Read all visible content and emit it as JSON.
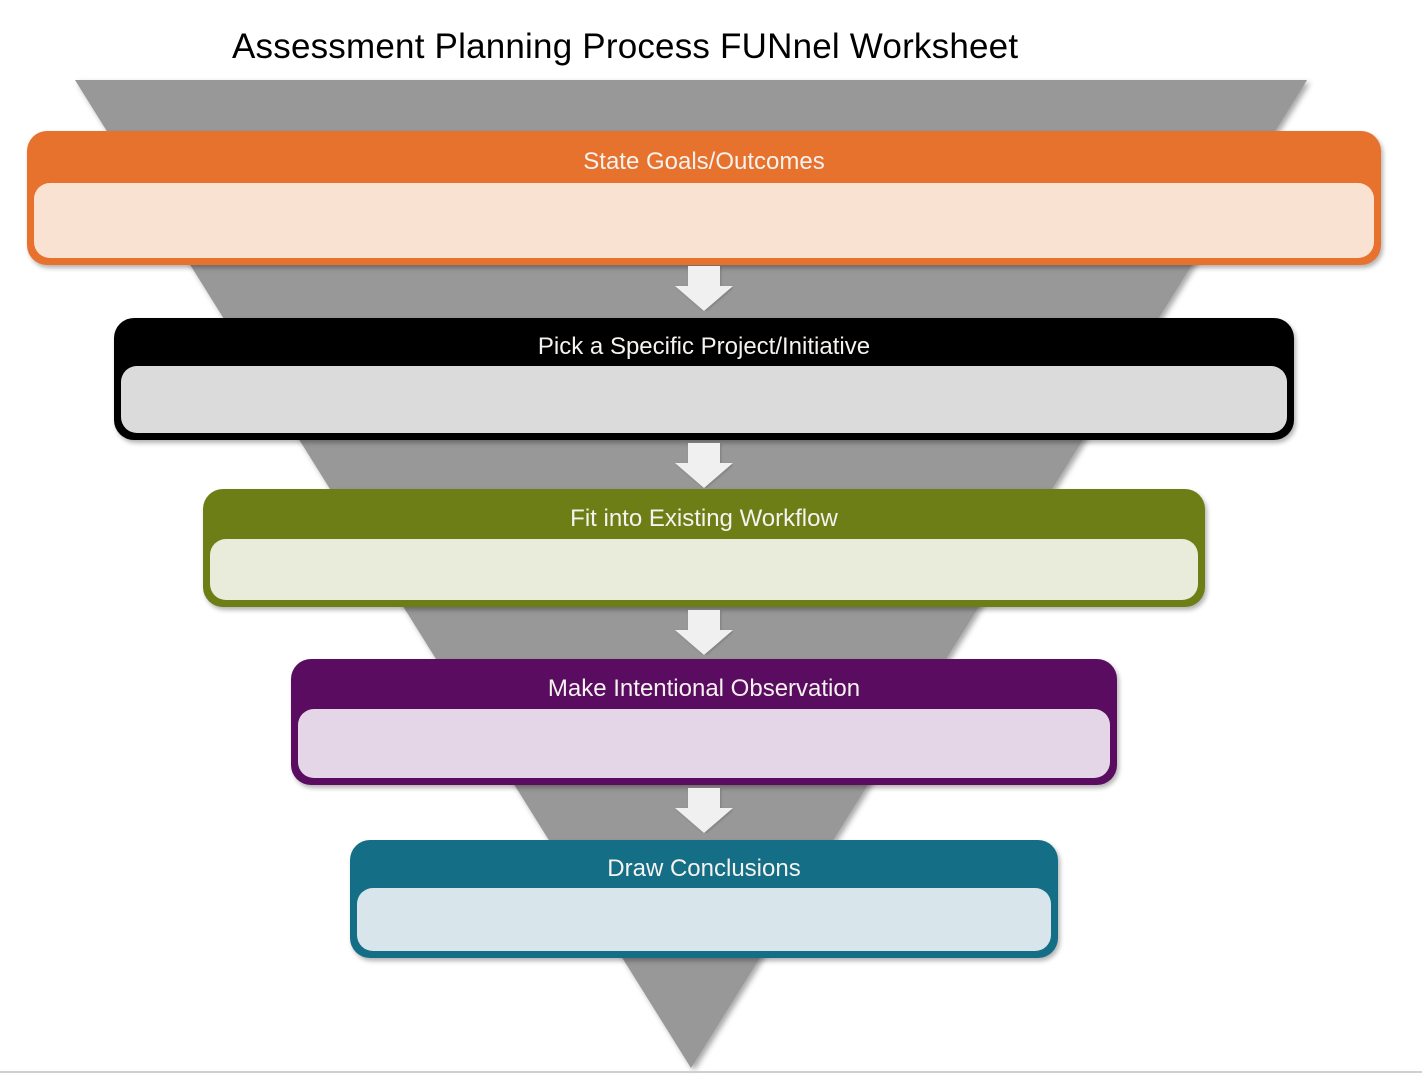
{
  "page": {
    "title": "Assessment Planning Process FUNnel Worksheet",
    "background_color": "#ffffff",
    "bottom_border_color": "#cfcfcf"
  },
  "funnel": {
    "triangle_color": "#989898",
    "arrow_color": "#f0f0f0",
    "stage_text_color": "#f5f2ef"
  },
  "stages": [
    {
      "label": "State Goals/Outcomes",
      "header_color": "#e7722d",
      "body_color": "#fae2d3"
    },
    {
      "label": "Pick a Specific Project/Initiative",
      "header_color": "#000000",
      "body_color": "#dbdbdb"
    },
    {
      "label": "Fit into Existing Workflow",
      "header_color": "#6d7e17",
      "body_color": "#e9ebdb"
    },
    {
      "label": "Make Intentional Observation",
      "header_color": "#5a0c61",
      "body_color": "#e4d6e7"
    },
    {
      "label": "Draw Conclusions",
      "header_color": "#136e86",
      "body_color": "#d8e6ec"
    }
  ]
}
